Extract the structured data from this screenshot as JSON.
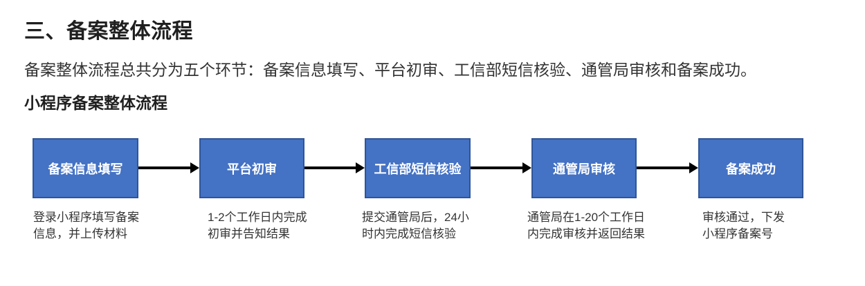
{
  "page": {
    "heading": "三、备案整体流程",
    "intro": "备案整体流程总共分为五个环节：备案信息填写、平台初审、工信部短信核验、通管局审核和备案成功。",
    "subheading": "小程序备案整体流程"
  },
  "colors": {
    "node_fill": "#4472C4",
    "node_border": "#2F5597",
    "node_text": "#FFFFFF",
    "arrow": "#000000",
    "heading_text": "#1F1F1F",
    "body_text": "#333333",
    "background": "#FFFFFF"
  },
  "flowchart": {
    "steps": [
      {
        "label": "备案信息填写",
        "desc": "登录小程序填写备案\n信息，并上传材料"
      },
      {
        "label": "平台初审",
        "desc": "1-2个工作日内完成\n初审并告知结果"
      },
      {
        "label": "工信部短信核验",
        "desc": "提交通管局后，24小\n时内完成短信核验"
      },
      {
        "label": "通管局审核",
        "desc": "通管局在1-20个工作日\n内完成审核并返回结果"
      },
      {
        "label": "备案成功",
        "desc": "审核通过，下发\n小程序备案号"
      }
    ]
  }
}
